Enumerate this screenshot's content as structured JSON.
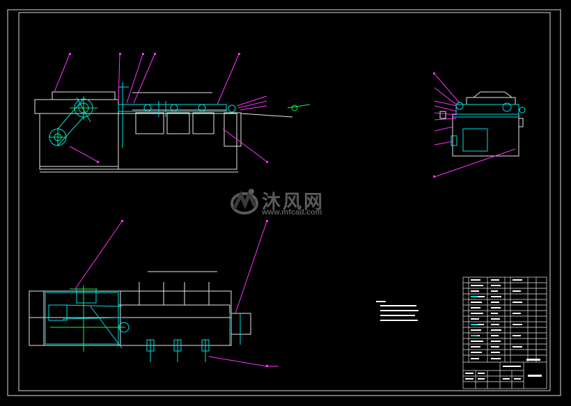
{
  "watermark": {
    "brand_cn": "沐风网",
    "url": "www.mfcad.com"
  },
  "colors": {
    "background": "#000000",
    "outline": "#ffffff",
    "part": "#00e0e0",
    "leader": "#ff33ff",
    "accent": "#00ff44",
    "watermark": "#5a5a5a"
  },
  "views": [
    "front-elevation",
    "side-elevation",
    "plan-view",
    "technical-notes",
    "title-block"
  ]
}
